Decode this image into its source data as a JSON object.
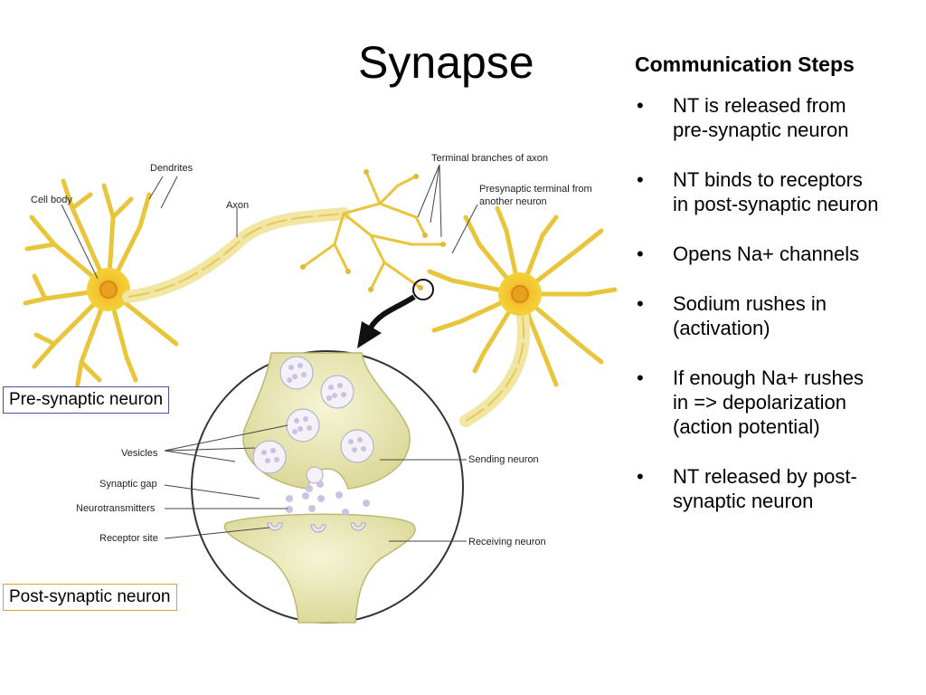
{
  "title": "Synapse",
  "panel": {
    "heading": "Communication Steps",
    "bullet_glyph": "•",
    "steps": [
      [
        "NT is released from",
        "pre-synaptic neuron"
      ],
      [
        "NT binds to receptors",
        "in post-synaptic neuron"
      ],
      [
        "Opens Na+ channels"
      ],
      [
        "Sodium rushes in",
        "(activation)"
      ],
      [
        "If enough Na+ rushes",
        "in => depolarization",
        "(action potential)"
      ],
      [
        "NT released by post-",
        "synaptic neuron"
      ]
    ]
  },
  "diagram": {
    "labels": {
      "dendrites": "Dendrites",
      "cell_body": "Cell body",
      "axon": "Axon",
      "terminal_branches": "Terminal branches of axon",
      "presynaptic_terminal_1": "Presynaptic terminal from",
      "presynaptic_terminal_2": "another neuron",
      "vesicles": "Vesicles",
      "synaptic_gap": "Synaptic gap",
      "neurotransmitters": "Neurotransmitters",
      "receptor_site": "Receptor site",
      "sending_neuron": "Sending neuron",
      "receiving_neuron": "Receiving neuron"
    },
    "colors": {
      "neuron_fill": "#f2d33a",
      "neuron_core": "#f0a020",
      "terminal_fill": "#efedbb",
      "vesicle_fill": "#f4f2f8",
      "nt_dot": "#c9c3e2"
    }
  },
  "boxes": {
    "pre": {
      "text": "Pre-synaptic neuron",
      "border": "#4a4fa8"
    },
    "post": {
      "text": "Post-synaptic neuron",
      "border": "#e3a02c"
    }
  }
}
